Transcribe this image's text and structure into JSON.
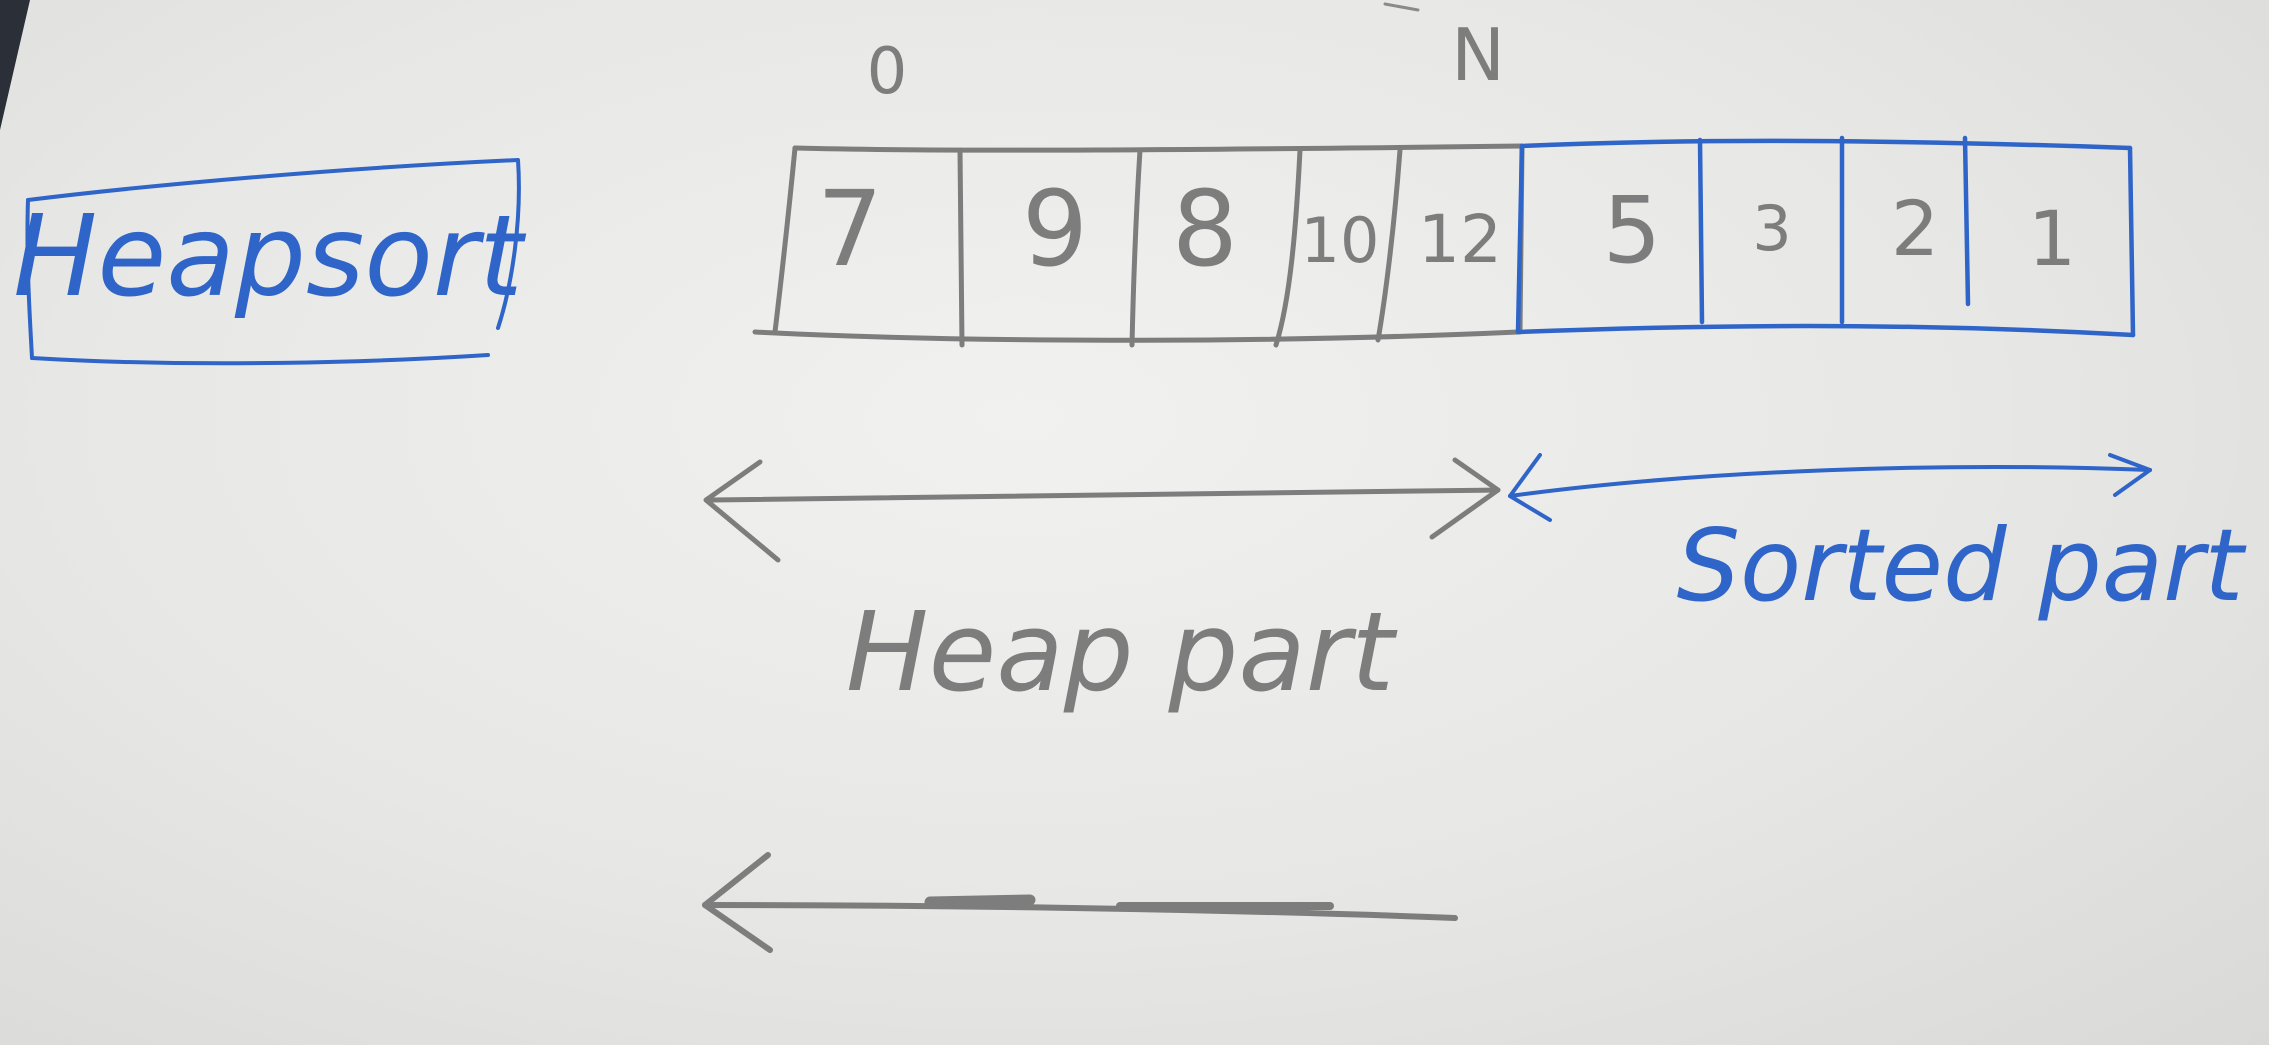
{
  "title": "Heapsort",
  "index_labels": {
    "start": "0",
    "end": "N"
  },
  "heap_values": [
    "7",
    "9",
    "8",
    "10",
    "12"
  ],
  "sorted_values": [
    "5",
    "3",
    "2",
    "1"
  ],
  "labels": {
    "heap_part": "Heap part",
    "sorted_part": "Sorted part"
  },
  "colors": {
    "pencil": "#7d7d7d",
    "ink": "#2f64c8",
    "paper": "#ececea"
  }
}
